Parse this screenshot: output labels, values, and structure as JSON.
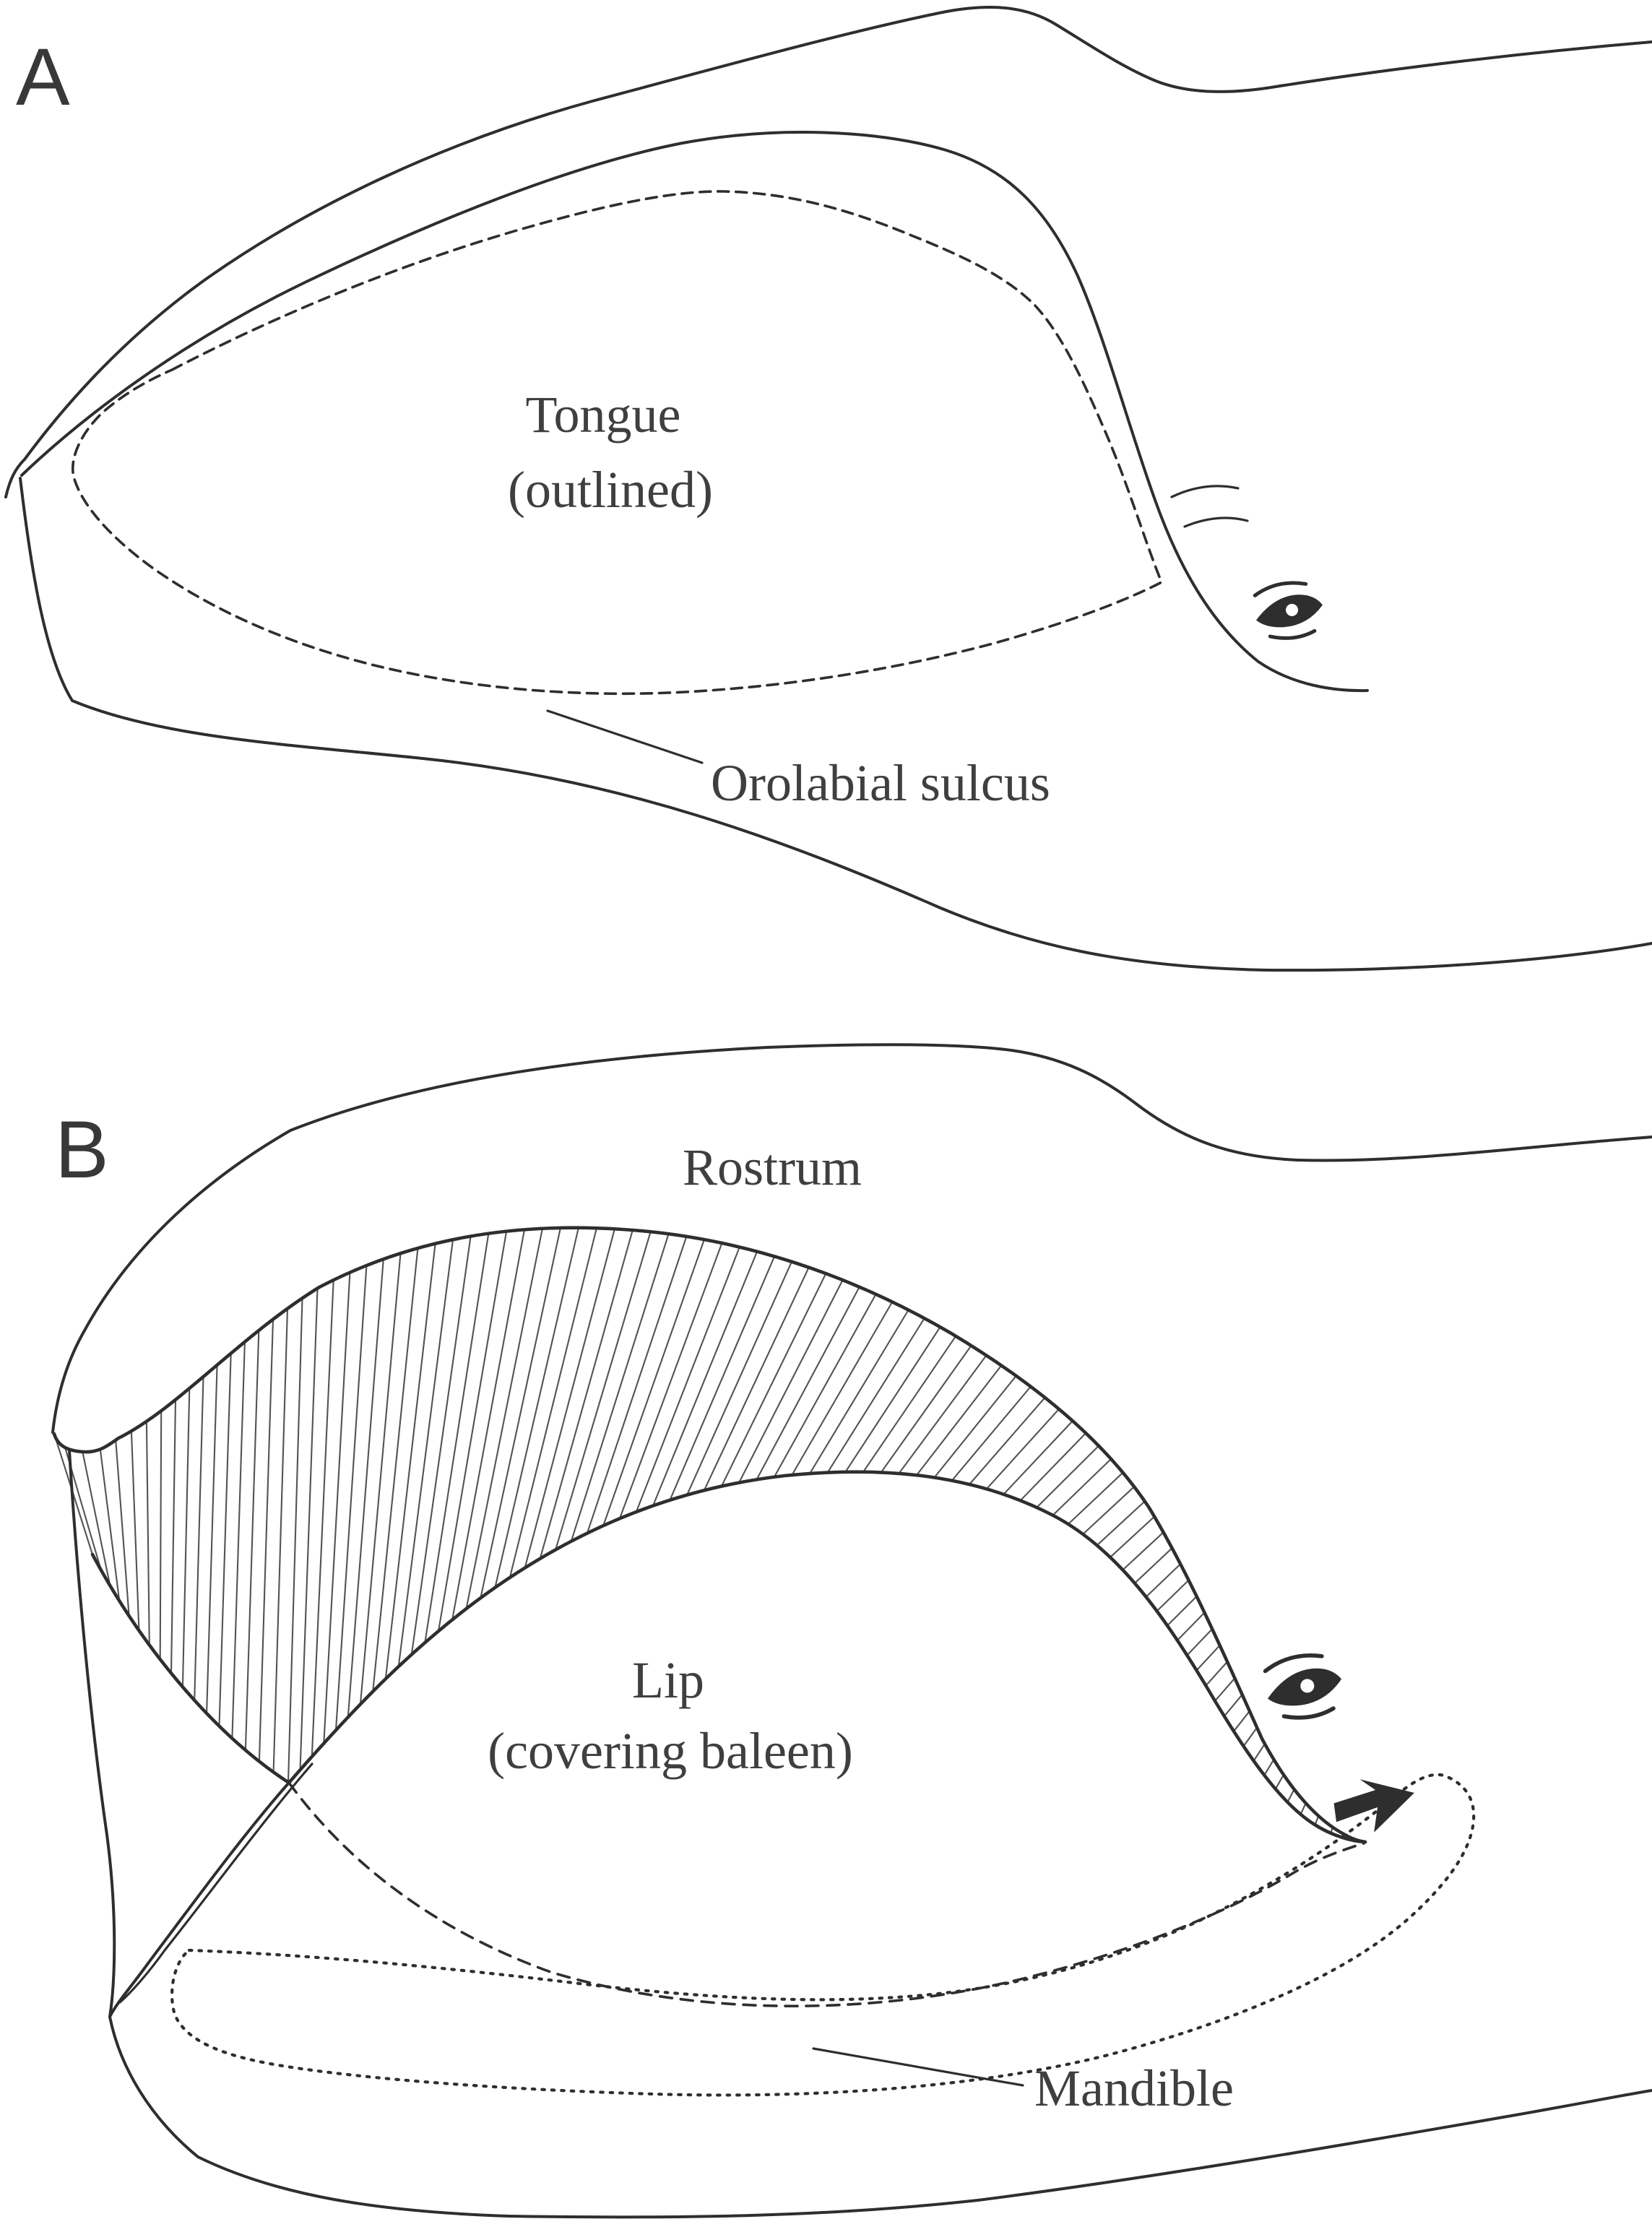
{
  "page": {
    "background": "#ffffff",
    "line_color": "#2e2e2e",
    "text_color": "#3f3f3f"
  },
  "panel_a": {
    "letter": "A",
    "tongue_label_line1": "Tongue",
    "tongue_label_line2": "(outlined)",
    "sulcus_label": "Orolabial sulcus",
    "icons": {
      "eye": "eye-icon"
    }
  },
  "panel_b": {
    "letter": "B",
    "rostrum_label": "Rostrum",
    "lip_label_line1": "Lip",
    "lip_label_line2": "(covering baleen)",
    "mandible_label": "Mandible",
    "icons": {
      "eye": "eye-icon",
      "arrow": "arrow-right-icon"
    }
  },
  "hatch": {
    "count": 92
  }
}
